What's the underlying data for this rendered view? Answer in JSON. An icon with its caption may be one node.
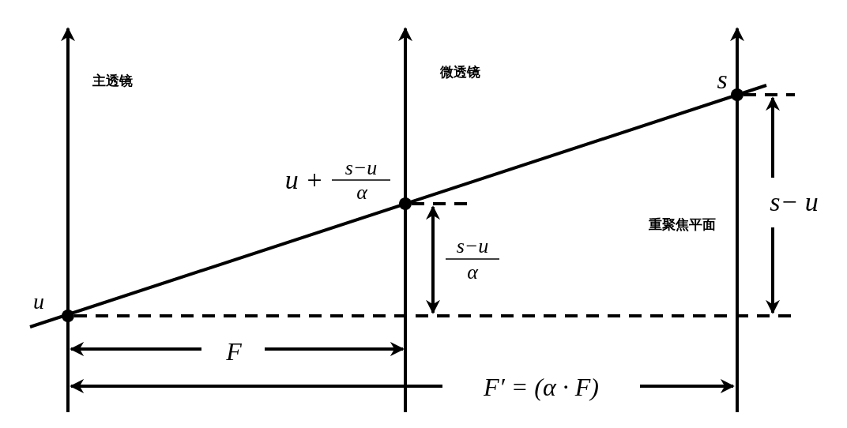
{
  "diagram": {
    "labels": [
      "主透镜",
      "微透镜",
      "s",
      "u +",
      "s−u",
      "α",
      "重聚焦平面",
      "s− u",
      "s−u",
      "α",
      "u",
      "F",
      "F′ = (α · F)"
    ]
  }
}
